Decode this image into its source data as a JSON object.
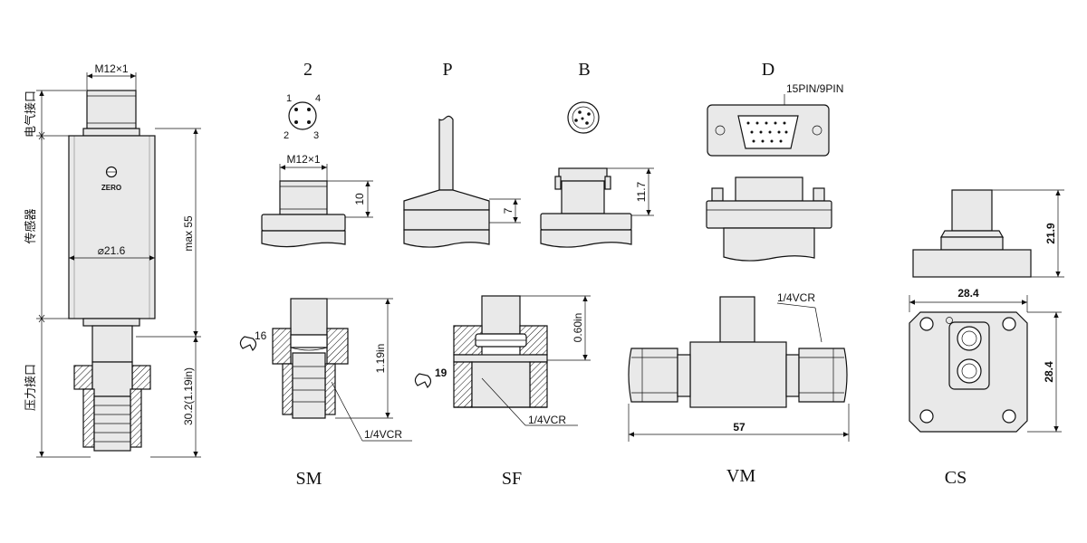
{
  "left_sensor": {
    "thread_top": "M12×1",
    "zero_label": "ZERO",
    "diameter": "⌀21.6",
    "max_length": "max 55",
    "bottom_length": "30.2(1.19in)",
    "zone_labels": [
      "电气接口",
      "传感器",
      "压力接口"
    ]
  },
  "connectors": {
    "c2": {
      "title": "2",
      "pins": [
        "1",
        "4",
        "2",
        "3"
      ],
      "thread": "M12×1",
      "height": "10"
    },
    "p": {
      "title": "P",
      "height": "7"
    },
    "b": {
      "title": "B",
      "height": "11.7"
    },
    "d": {
      "title": "D",
      "pins": "15PIN/9PIN"
    }
  },
  "fittings": {
    "sm": {
      "title": "SM",
      "wrench": "16",
      "length": "1.19in",
      "vcr": "1/4VCR"
    },
    "sf": {
      "title": "SF",
      "wrench": "19",
      "length": "0.60in",
      "vcr": "1/4VCR"
    },
    "vm": {
      "title": "VM",
      "length": "57",
      "vcr": "1/4VCR"
    },
    "cs": {
      "title": "CS",
      "height": "21.9",
      "width": "28.4",
      "depth": "28.4"
    }
  }
}
